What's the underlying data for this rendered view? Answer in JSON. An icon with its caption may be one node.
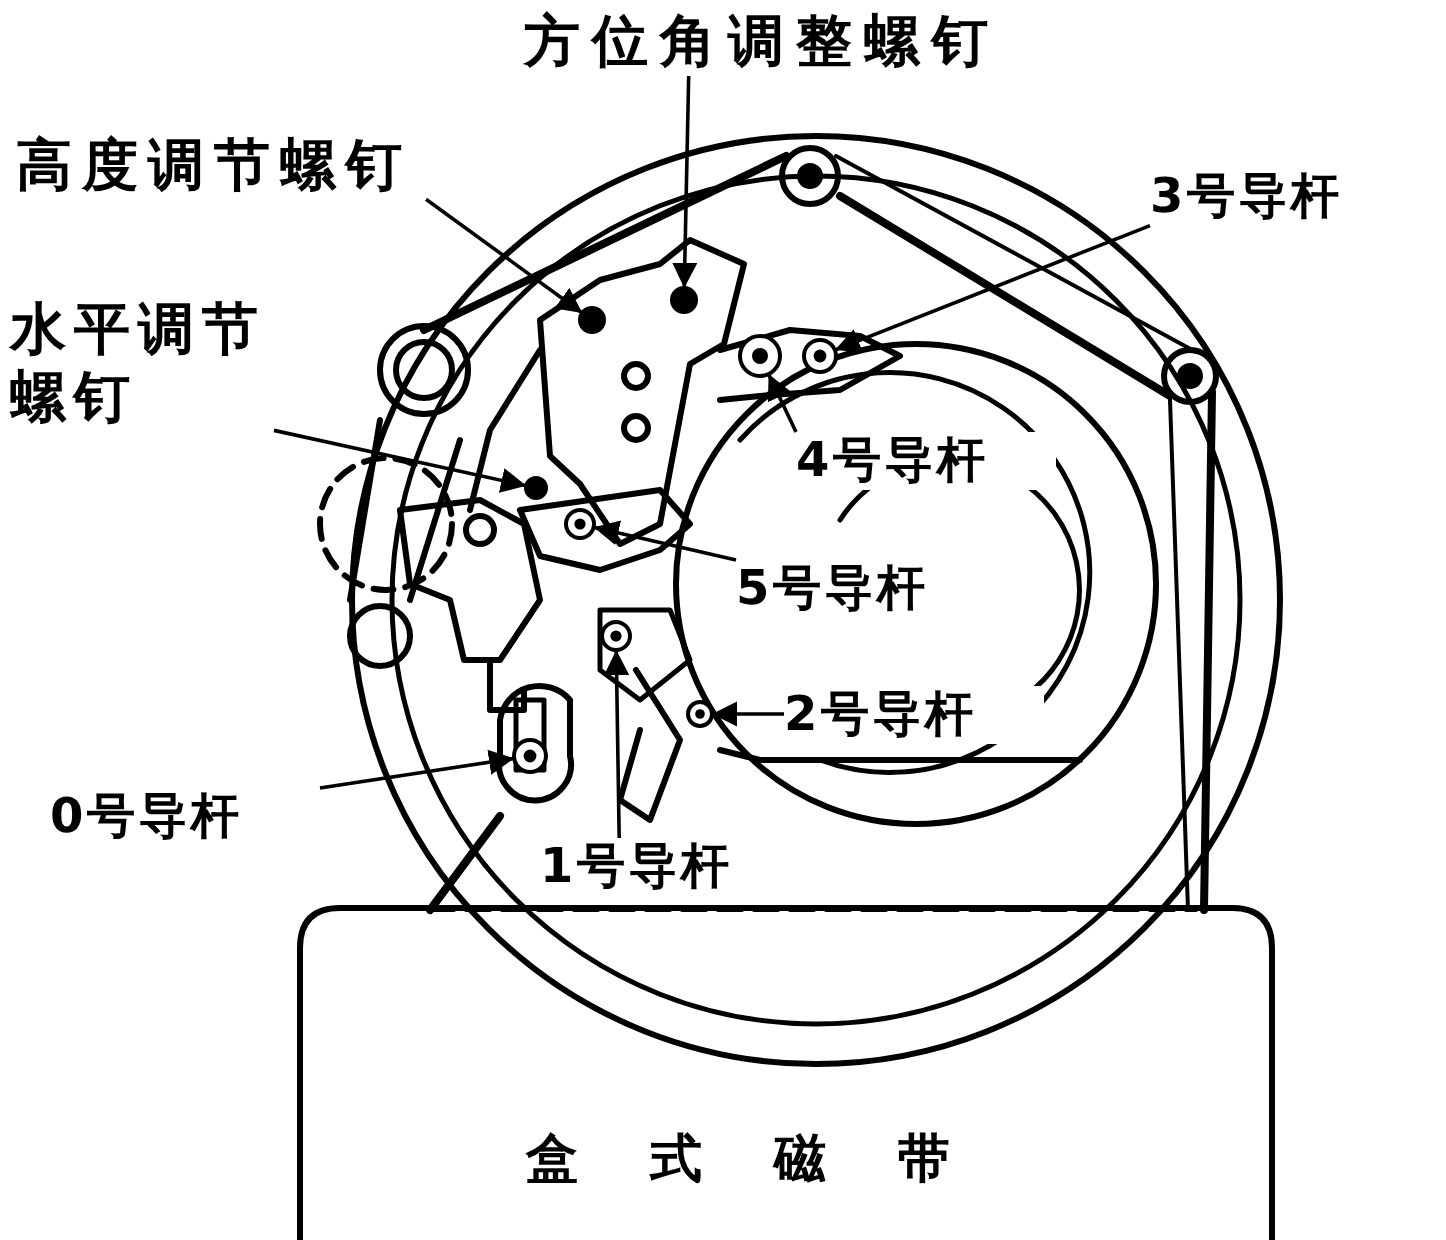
{
  "diagram": {
    "nodes": [
      {
        "text": [
          "方位角调整螺钉"
        ]
      },
      {
        "text": [],
        "shape": "circle"
      },
      {
        "text": [
          "高度调节螺钉"
        ]
      },
      {
        "text": [],
        "shape": "circle"
      },
      {
        "text": [
          "水平调节螺钉"
        ]
      },
      {
        "text": [],
        "shape": "circle"
      },
      {
        "text": [
          "3号导杆"
        ]
      },
      {
        "text": [],
        "shape": "circle"
      },
      {
        "text": [
          "4号导杆"
        ]
      },
      {
        "text": [],
        "shape": "circle"
      },
      {
        "text": [
          "5号导杆"
        ]
      },
      {
        "text": [],
        "shape": "circle"
      },
      {
        "text": [
          "2号导杆"
        ]
      },
      {
        "text": [],
        "shape": "circle"
      },
      {
        "text": [
          "0号导杆"
        ]
      },
      {
        "text": [],
        "shape": "circle"
      },
      {
        "text": [
          "1号导杆"
        ]
      },
      {
        "text": [],
        "shape": "circle"
      },
      {
        "text": [
          "盒式磁带"
        ]
      }
    ],
    "edges": [
      {
        "from": 0,
        "to": 1,
        "arrow": "to"
      },
      {
        "from": 2,
        "to": 3,
        "arrow": "to"
      },
      {
        "from": 4,
        "to": 5,
        "arrow": "to"
      },
      {
        "from": 6,
        "to": 7,
        "arrow": "to"
      },
      {
        "from": 8,
        "to": 9,
        "arrow": "to"
      },
      {
        "from": 10,
        "to": 11,
        "arrow": "to"
      },
      {
        "from": 12,
        "to": 13,
        "arrow": "to"
      },
      {
        "from": 14,
        "to": 15,
        "arrow": "to"
      },
      {
        "from": 16,
        "to": 17,
        "arrow": "to"
      }
    ]
  }
}
